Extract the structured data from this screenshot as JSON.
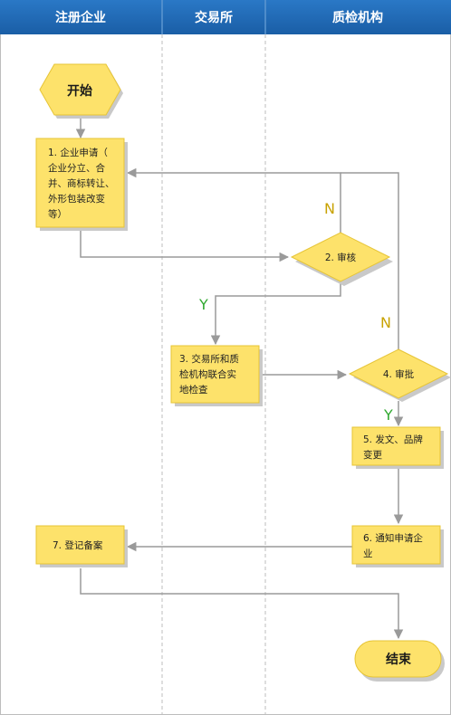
{
  "lanes": [
    "注册企业",
    "交易所",
    "质检机构"
  ],
  "nodes": {
    "start": "开始",
    "step1": [
      "1. 企业申请（",
      "企业分立、合",
      "并、商标转让、",
      "外形包装改变",
      "等）"
    ],
    "step2": "2. 审核",
    "step3": [
      "3. 交易所和质",
      "检机构联合实",
      "地检查"
    ],
    "step4": "4. 审批",
    "step5": [
      "5. 发文、品牌",
      "变更"
    ],
    "step6": [
      "6. 通知申请企",
      "业"
    ],
    "step7": "7. 登记备案",
    "end": "结束"
  },
  "decisions": {
    "n1": "N",
    "y1": "Y",
    "n2": "N",
    "y2": "Y"
  },
  "colors": {
    "header": "#1f69b5",
    "header_divider": "#5d97d0",
    "node_fill": "#fde26b",
    "node_shadow": "#c9c9c9",
    "node_border": "#e6c436",
    "arrow": "#9a9a9a",
    "lane_border": "#bdbdbd",
    "n_label": "#c8a200",
    "y_label": "#2fa82f"
  }
}
